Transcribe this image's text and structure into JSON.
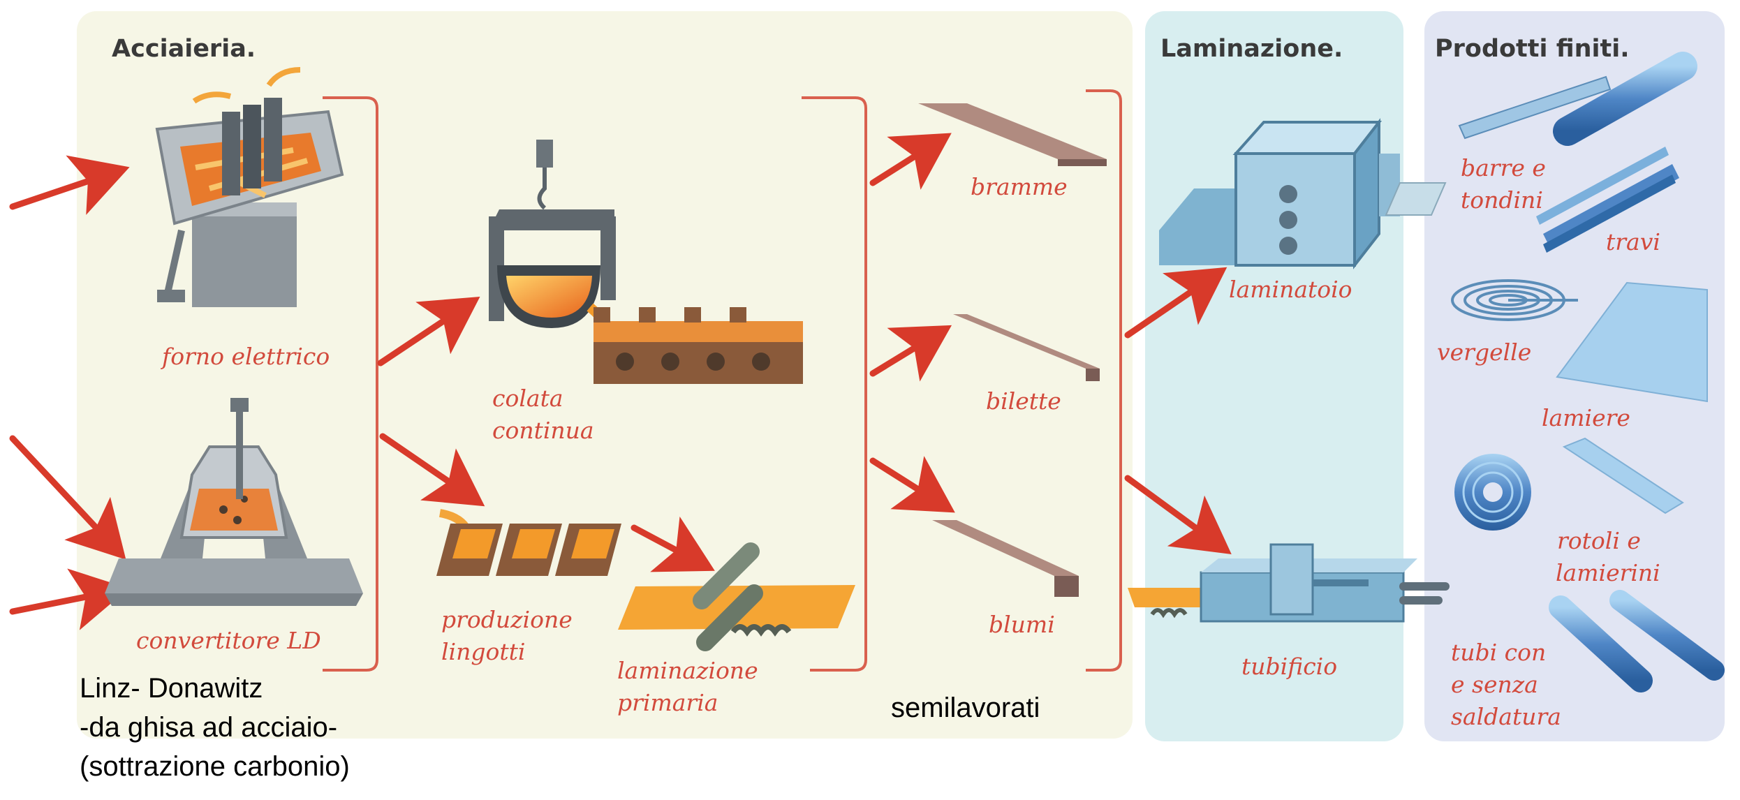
{
  "sections": {
    "acciaieria": "Acciaieria.",
    "laminazione": "Laminazione.",
    "prodotti": "Prodotti finiti."
  },
  "labels": {
    "forno": "forno elettrico",
    "convertitore": "convertitore LD",
    "colata_1": "colata",
    "colata_2": "continua",
    "lingotti_1": "produzione",
    "lingotti_2": "lingotti",
    "lam_primaria_1": "laminazione",
    "lam_primaria_2": "primaria",
    "bramme": "bramme",
    "bilette": "bilette",
    "blumi": "blumi",
    "laminatoio": "laminatoio",
    "tubificio": "tubificio",
    "barre_1": "barre e",
    "barre_2": "tondini",
    "travi": "travi",
    "vergelle": "vergelle",
    "lamiere": "lamiere",
    "rotoli_1": "rotoli e",
    "rotoli_2": "lamierini",
    "tubi_1": "tubi con",
    "tubi_2": "e senza",
    "tubi_3": "saldatura"
  },
  "notes": {
    "ld_1": "Linz- Donawitz",
    "ld_2": "-da ghisa ad acciaio-",
    "ld_3": "(sottrazione carbonio)",
    "semilavorati": "semilavorati"
  },
  "colors": {
    "arrow": "#d83a2a",
    "bracket": "#d9604e",
    "label": "#d24a3c",
    "steel_blue": "#4f86c6",
    "molten": "#f39a2a",
    "brown": "#8a5a3a"
  }
}
